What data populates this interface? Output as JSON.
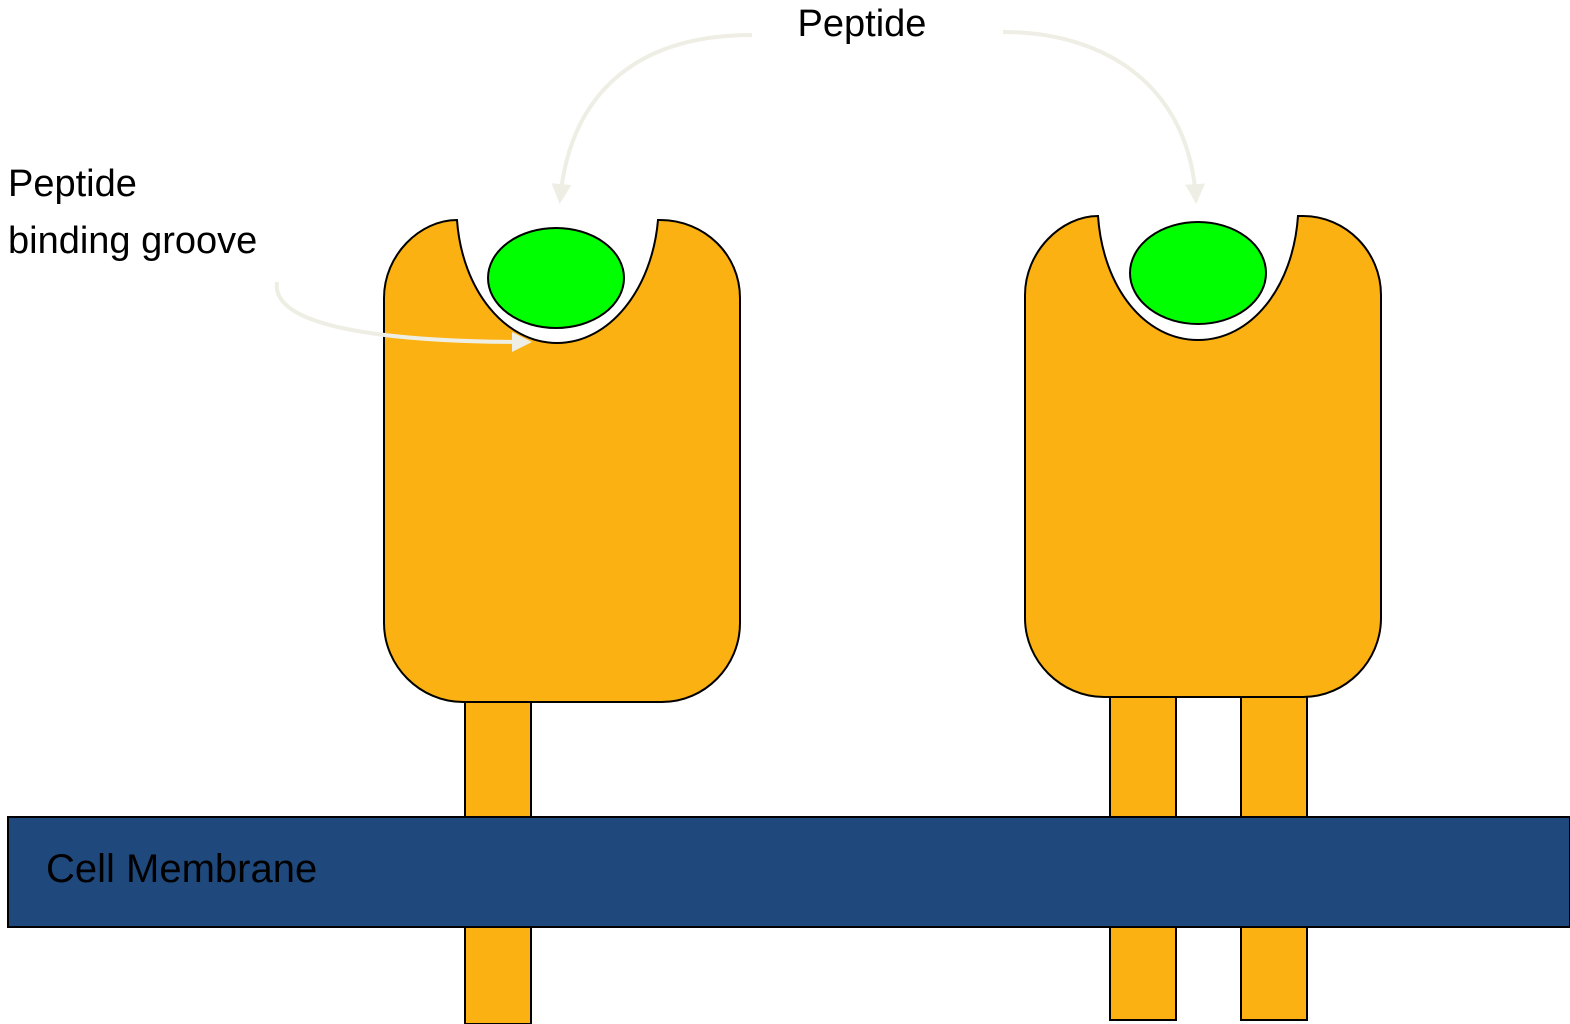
{
  "labels": {
    "peptide": "Peptide",
    "groove_line1": "Peptide",
    "groove_line2": "binding groove",
    "membrane": "Cell Membrane"
  },
  "colors": {
    "protein": "#FBB111",
    "peptide": "#00FF00",
    "membrane": "#1F497D",
    "arrow": "#EEEEE4",
    "outline": "#000000",
    "background": "#FFFFFF"
  }
}
